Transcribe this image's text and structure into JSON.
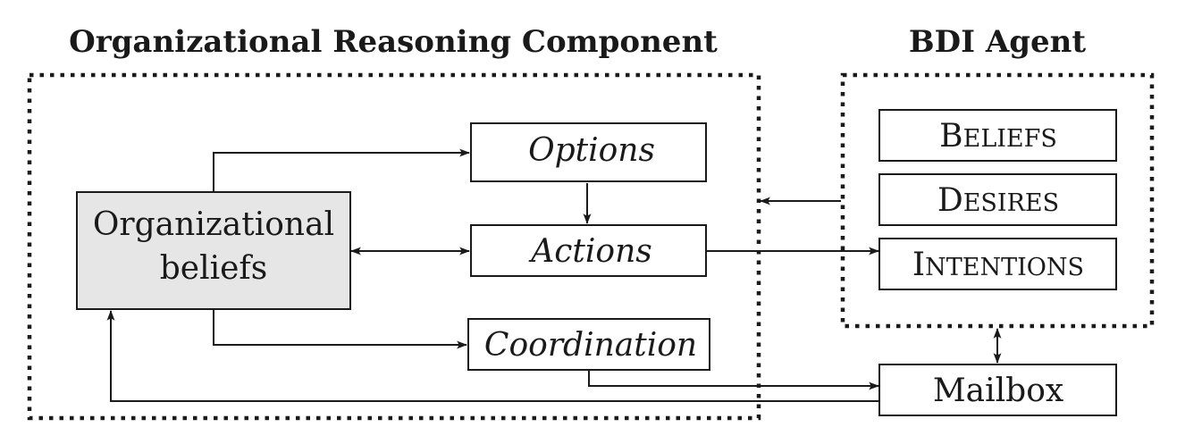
{
  "regions": {
    "org_component_title": "Organizational Reasoning Component",
    "bdi_agent_title": "BDI Agent"
  },
  "nodes": {
    "org_beliefs_line1": "Organizational",
    "org_beliefs_line2": "beliefs",
    "options": "Options",
    "actions": "Actions",
    "coordination": "Coordination",
    "beliefs": {
      "first": "B",
      "rest": "ELIEFS"
    },
    "desires": {
      "first": "D",
      "rest": "ESIRES"
    },
    "intentions": {
      "first": "I",
      "rest": "NTENTIONS"
    },
    "mailbox": "Mailbox"
  },
  "edges": [
    {
      "from": "org_beliefs",
      "to": "options"
    },
    {
      "from": "options",
      "to": "actions"
    },
    {
      "from": "org_beliefs",
      "to": "actions",
      "bidirectional": true
    },
    {
      "from": "org_beliefs",
      "to": "coordination"
    },
    {
      "from": "actions",
      "to": "intentions"
    },
    {
      "from": "bdi_agent",
      "to": "org_component"
    },
    {
      "from": "bdi_agent",
      "to": "mailbox",
      "bidirectional": true
    },
    {
      "from": "coordination",
      "to": "mailbox"
    },
    {
      "from": "mailbox",
      "to": "org_beliefs"
    }
  ],
  "colors": {
    "stroke": "#1a1a1a",
    "grey_fill": "#e6e6e6",
    "background": "#ffffff"
  }
}
